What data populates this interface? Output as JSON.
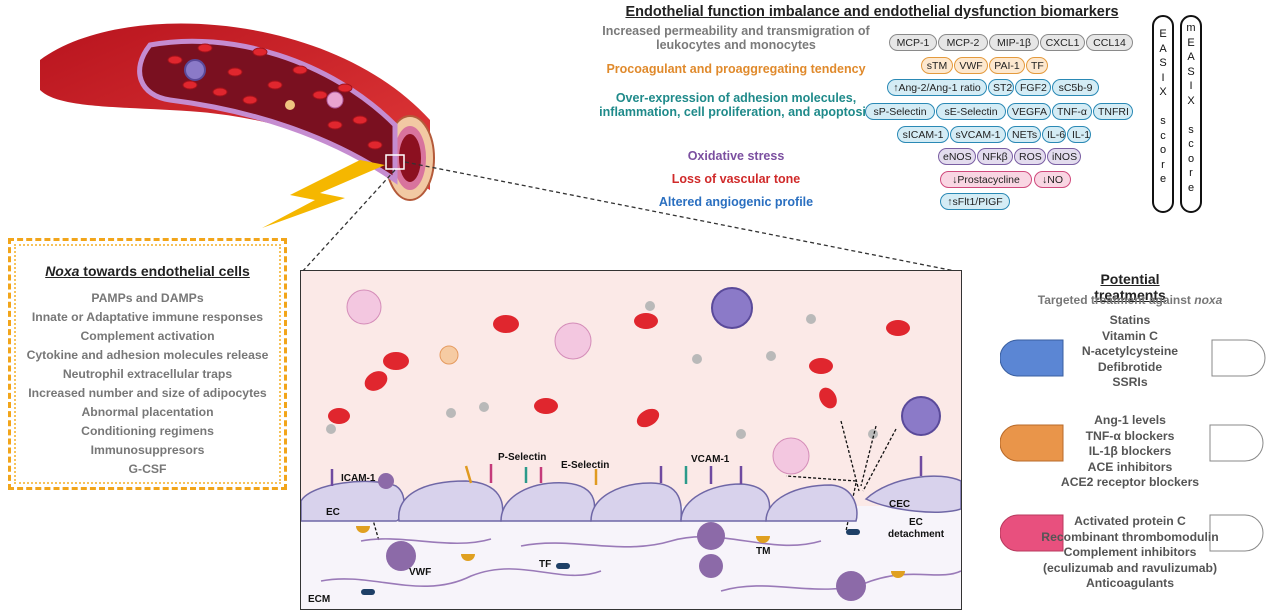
{
  "biomarkers": {
    "title": "Endothelial function imbalance and endothelial dysfunction biomarkers",
    "categories": [
      {
        "label": "Increased permeability and transmigration of leukocytes and monocytes",
        "color": "#7a7a7a"
      },
      {
        "label": "Procoagulant and proaggregating tendency",
        "color": "#e08a2c"
      },
      {
        "label": "Over-expression of adhesion molecules, inflammation, cell proliferation, and apoptosis",
        "color": "#1f8a8a"
      },
      {
        "label": "Oxidative stress",
        "color": "#7b4fa0"
      },
      {
        "label": "Loss of vascular tone",
        "color": "#d02a2a"
      },
      {
        "label": "Altered angiogenic profile",
        "color": "#2a6fc0"
      }
    ],
    "markers": {
      "grey": [
        "MCP-1",
        "MCP-2",
        "MIP-1β",
        "CXCL1",
        "CCL14"
      ],
      "orange": [
        "sTM",
        "VWF",
        "PAI-1",
        "TF"
      ],
      "teal_row1": [
        "↑Ang-2/Ang-1 ratio",
        "ST2",
        "FGF2",
        "sC5b-9"
      ],
      "teal_row2": [
        "sP-Selectin",
        "sE-Selectin",
        "VEGFA",
        "TNF-α",
        "TNFRI"
      ],
      "teal_row3": [
        "sICAM-1",
        "sVCAM-1",
        "NETs",
        "IL-6",
        "IL-1"
      ],
      "purple": [
        "eNOS",
        "NFkβ",
        "ROS",
        "iNOS"
      ],
      "pink": [
        "↓Prostacycline",
        "↓NO"
      ],
      "blue": [
        "↑sFlt1/PIGF"
      ]
    },
    "scores": [
      {
        "letters": [
          "E",
          "A",
          "S",
          "I",
          "X",
          "",
          "s",
          "c",
          "o",
          "r",
          "e"
        ]
      },
      {
        "letters": [
          "m",
          "E",
          "A",
          "S",
          "I",
          "X",
          "",
          "s",
          "c",
          "o",
          "r",
          "e"
        ]
      }
    ]
  },
  "noxa": {
    "title_em": "Noxa",
    "title_rest": " towards endothelial cells",
    "items": [
      "PAMPs and DAMPs",
      "Innate or Adaptative immune responses",
      "Complement activation",
      "Cytokine and adhesion molecules release",
      "Neutrophil extracellular traps",
      "Increased number and size of adipocytes",
      "Abnormal placentation",
      "Conditioning regimens",
      "Immunosuppresors",
      "G-CSF"
    ]
  },
  "panel_labels": {
    "icam": "ICAM-1",
    "psel": "P-Selectin",
    "esel": "E-Selectin",
    "vcam": "VCAM-1",
    "ec": "EC",
    "cec": "CEC",
    "ec_detach_1": "EC",
    "ec_detach_2": "detachment",
    "vwf": "VWF",
    "tf": "TF",
    "tm": "TM",
    "ecm": "ECM"
  },
  "treatments": {
    "title": "Potential treatments",
    "subtitle_pre": "Targeted treatment against ",
    "subtitle_em": "noxa",
    "groups": [
      {
        "color": "#5b86d4",
        "items": [
          "Statins",
          "Vitamin C",
          "N-acetylcysteine",
          "Defibrotide",
          "SSRIs"
        ]
      },
      {
        "color": "#e9954a",
        "items": [
          "Ang-1 levels",
          "TNF-α blockers",
          "IL-1β blockers",
          "ACE inhibitors",
          "ACE2 receptor blockers"
        ]
      },
      {
        "color": "#e8507e",
        "items": [
          "Activated protein C",
          "Recombinant thrombomodulin",
          "Complement inhibitors",
          "(eculizumab and ravulizumab)",
          "Anticoagulants"
        ]
      }
    ]
  }
}
